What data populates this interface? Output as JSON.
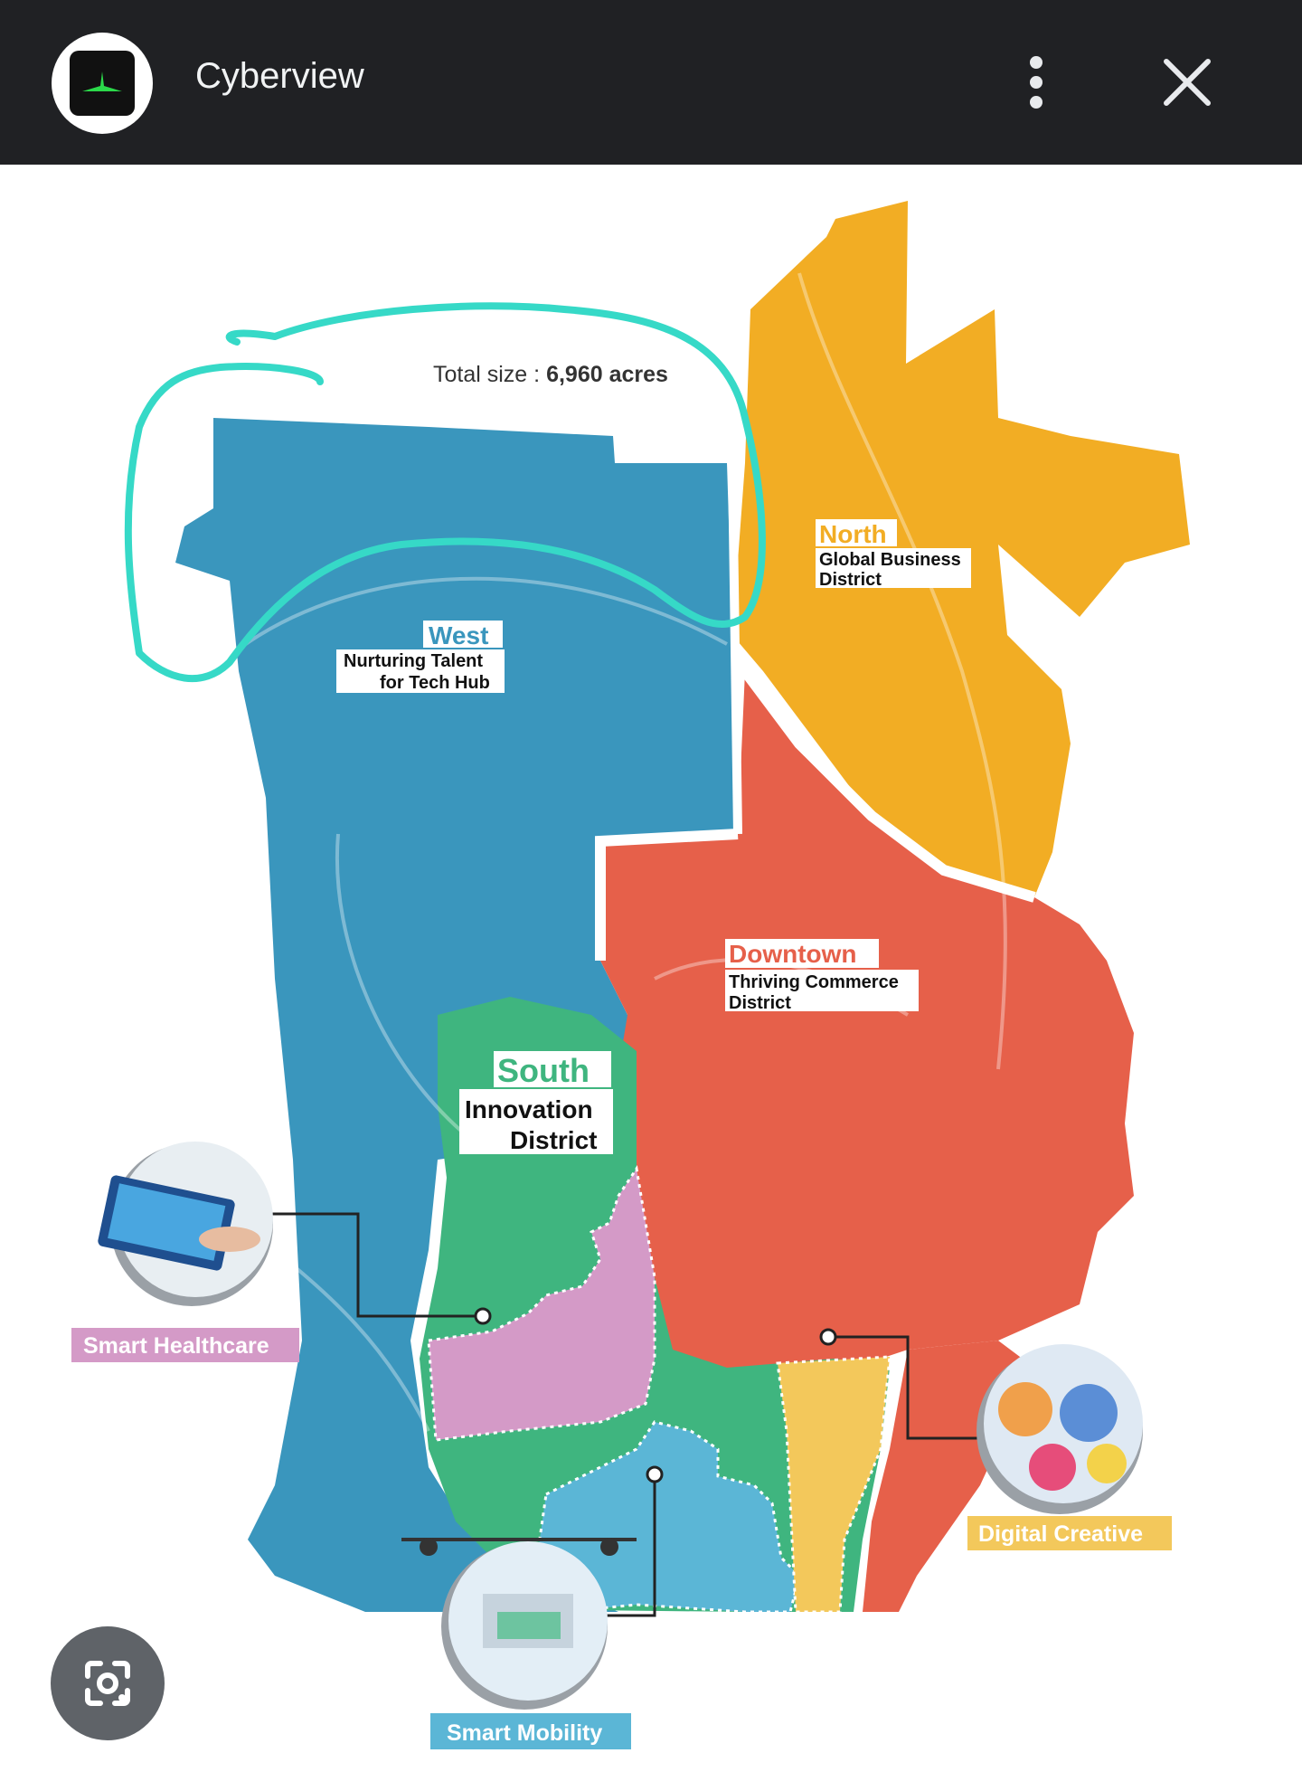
{
  "app_bar": {
    "title": "Cyberview",
    "icon": "cyberview-logo",
    "menu_icon": "more-vert-icon",
    "close_icon": "close-icon"
  },
  "map": {
    "total_size_label": "Total size : ",
    "total_size_value": "6,960 acres",
    "districts": {
      "west": {
        "name": "West",
        "line1": "Nurturing Talent",
        "line2": "for Tech Hub",
        "color": "#3a96bd"
      },
      "north": {
        "name": "North",
        "line1": "Global Business",
        "line2": "District",
        "color": "#f2ad24"
      },
      "downtown": {
        "name": "Downtown",
        "line1": "Thriving Commerce",
        "line2": "District",
        "color": "#e6604a"
      },
      "south": {
        "name": "South",
        "line1": "Innovation",
        "line2": "District",
        "color": "#3fb57f"
      }
    },
    "zones": {
      "healthcare": {
        "label": "Smart Healthcare",
        "color": "#d49ac7"
      },
      "mobility": {
        "label": "Smart Mobility",
        "color": "#5bb6d6"
      },
      "creative": {
        "label": "Digital Creative",
        "color": "#f3c85b"
      }
    },
    "annotation_color": "#36d9c7"
  },
  "lens": {
    "icon": "google-lens-icon"
  }
}
